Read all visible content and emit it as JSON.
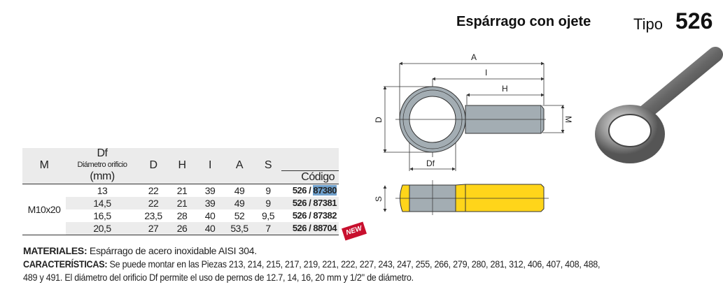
{
  "header": {
    "title": "Espárrago con ojete",
    "tipo_label": "Tipo",
    "tipo_number": "526"
  },
  "table": {
    "headers": {
      "m": "M",
      "df": "Df",
      "df_sub": "Diámetro orificio",
      "d": "D",
      "h": "H",
      "i": "I",
      "a": "A",
      "s": "S",
      "mm": "(mm)",
      "codigo": "Código"
    },
    "group": "M10x20",
    "rows": [
      {
        "df": "13",
        "d": "22",
        "h": "21",
        "i": "39",
        "a": "49",
        "s": "9",
        "code_prefix": "526 / ",
        "code": "87380"
      },
      {
        "df": "14,5",
        "d": "22",
        "h": "21",
        "i": "39",
        "a": "49",
        "s": "9",
        "code_prefix": "526 / ",
        "code": "87381"
      },
      {
        "df": "16,5",
        "d": "23,5",
        "h": "28",
        "i": "40",
        "a": "52",
        "s": "9,5",
        "code_prefix": "526 / ",
        "code": "87382"
      },
      {
        "df": "20,5",
        "d": "27",
        "h": "26",
        "i": "40",
        "a": "53,5",
        "s": "7",
        "code_prefix": "526 / ",
        "code": "88704"
      }
    ],
    "new_badge": "NEW"
  },
  "diagram": {
    "a": "A",
    "i": "I",
    "h": "H",
    "d": "D",
    "m": "M",
    "df": "Df",
    "s": "S"
  },
  "notes": {
    "materiales_label": "MATERIALES:",
    "materiales": " Espárrago de acero inoxidable AISI 304.",
    "caract_label": "CARACTERÍSTICAS:",
    "caract": " Se puede montar en las Piezas 213, 214, 215, 217, 219, 221, 222, 227, 243, 247, 255, 266, 279, 280, 281, 312, 406, 407, 408, 488,",
    "caract2": "489 y 491. El diámetro del orificio Df permite el uso de pernos de 12.7, 14, 16, 20 mm y 1/2\" de diámetro."
  },
  "colors": {
    "gray": "#a3adb3",
    "yellow": "#ffd51a",
    "highlight": "#6fa0cc",
    "new": "#c8102e"
  }
}
